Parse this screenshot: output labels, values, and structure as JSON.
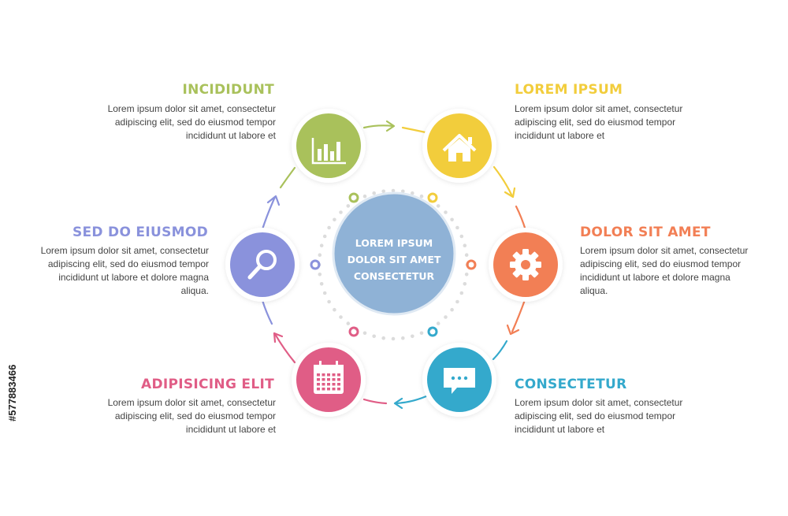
{
  "center": {
    "lines": [
      "LOREM IPSUM",
      "DOLOR SIT AMET",
      "CONSECTETUR"
    ],
    "color": "#8fb2d6"
  },
  "steps": [
    {
      "title": "INCIDIDUNT",
      "text": "Lorem ipsum dolor sit amet, consectetur adipiscing elit, sed do eiusmod tempor incididunt ut labore et",
      "color": "#a9c15b",
      "icon": "bar-chart-icon"
    },
    {
      "title": "LOREM IPSUM",
      "text": "Lorem ipsum dolor sit amet, consectetur adipiscing elit, sed do eiusmod tempor incididunt ut labore et",
      "color": "#f2cd3c",
      "icon": "home-icon"
    },
    {
      "title": "DOLOR SIT AMET",
      "text": "Lorem ipsum dolor sit amet, consectetur adipiscing elit, sed do eiusmod tempor incididunt ut labore et dolore magna aliqua.",
      "color": "#f27f55",
      "icon": "gear-icon"
    },
    {
      "title": "CONSECTETUR",
      "text": "Lorem ipsum dolor sit amet, consectetur adipiscing elit, sed do eiusmod tempor incididunt ut labore et",
      "color": "#34a9cc",
      "icon": "chat-icon"
    },
    {
      "title": "ADIPISICING ELIT",
      "text": "Lorem ipsum dolor sit amet, consectetur adipiscing elit, sed do eiusmod tempor incididunt ut labore et",
      "color": "#e05d86",
      "icon": "calendar-icon"
    },
    {
      "title": "SED DO EIUSMOD",
      "text": "Lorem ipsum dolor sit amet, consectetur adipiscing elit, sed do eiusmod tempor incididunt ut labore et dolore magna aliqua.",
      "color": "#8a92dc",
      "icon": "magnifier-icon"
    }
  ],
  "side_id": "#577883466"
}
